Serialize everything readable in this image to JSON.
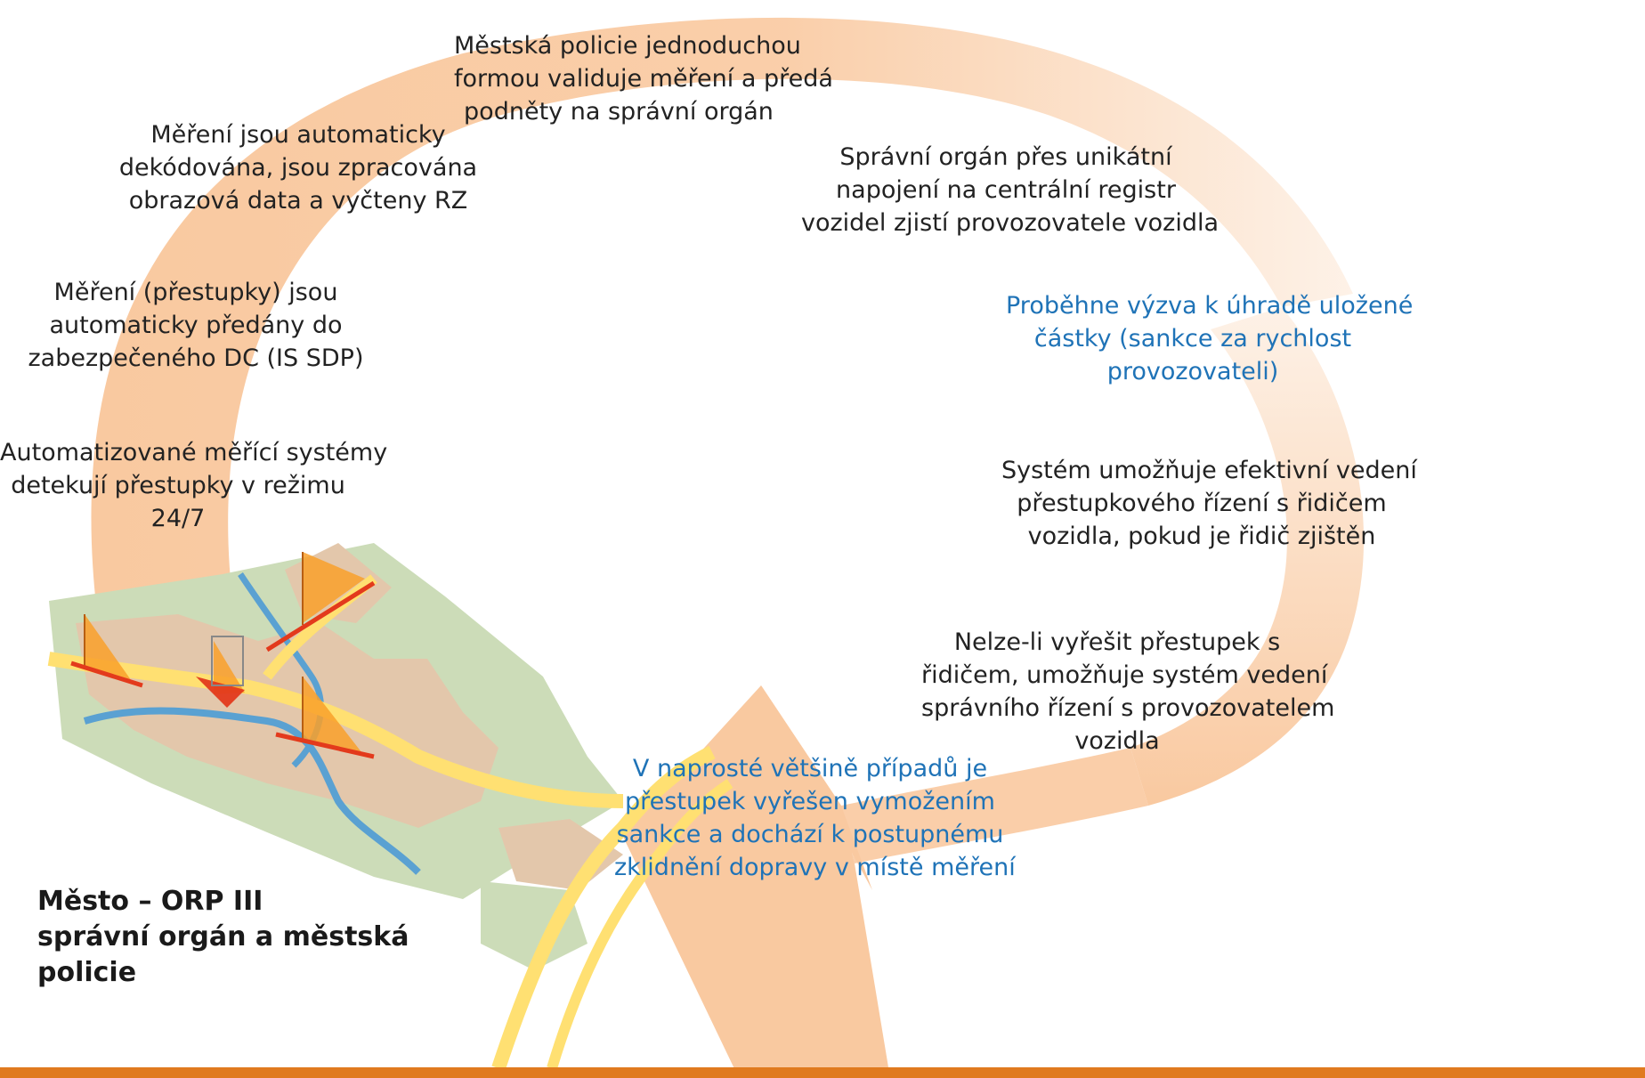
{
  "steps": [
    {
      "id": "validation",
      "lines": [
        "Městská policie jednoduchou",
        "formou validuje měření a předá",
        "podněty na správní orgán"
      ]
    },
    {
      "id": "decoding",
      "lines": [
        "Měření jsou automaticky",
        "dekódována, jsou zpracována",
        "obrazová data a vyčteny RZ"
      ]
    },
    {
      "id": "registry",
      "lines": [
        "Správní orgán přes unikátní",
        "napojení na centrální registr",
        "vozidel zjistí provozovatele vozidla"
      ]
    },
    {
      "id": "transfer",
      "lines": [
        "Měření (přestupky) jsou",
        "automaticky předány do",
        "zabezpečeného DC (IS SDP)"
      ]
    },
    {
      "id": "payment-call",
      "lines": [
        "Proběhne výzva k úhradě uložené",
        "částky (sankce za rychlost",
        "provozovateli)"
      ]
    },
    {
      "id": "detection",
      "lines": [
        "Automatizované měřící systémy",
        "detekují přestupky v režimu",
        "24/7"
      ]
    },
    {
      "id": "driver-proceedings",
      "lines": [
        "Systém umožňuje efektivní vedení",
        "přestupkového řízení s řidičem",
        "vozidla, pokud je řidič zjištěn"
      ]
    },
    {
      "id": "operator-proceedings",
      "lines": [
        "Nelze-li vyřešit přestupek s",
        "řidičem, umožňuje systém vedení",
        "správního řízení s provozovatelem",
        "vozidla"
      ]
    },
    {
      "id": "resolution",
      "lines": [
        "V naprosté většině případů je",
        "přestupek vyřešen vymožením",
        "sankce a dochází k postupnému",
        "zklidnění dopravy v místě měření"
      ]
    }
  ],
  "city_label": {
    "lines": [
      "Město – ORP III",
      "správní orgán a městská",
      "policie"
    ]
  },
  "colors": {
    "arc": "#f9c9a0",
    "text": "#222222",
    "highlight_text": "#1f73b7",
    "bottom_bar": "#e07a1f",
    "map_land": "#ccdcb8",
    "map_urban": "#e3c7ab",
    "map_river": "#5aa1d2",
    "map_road": "#ffe072",
    "map_sensor": "#f9a02a",
    "map_arrow": "#e33a1c"
  },
  "icons": [
    "city-map-illustration",
    "cycle-arrow"
  ]
}
